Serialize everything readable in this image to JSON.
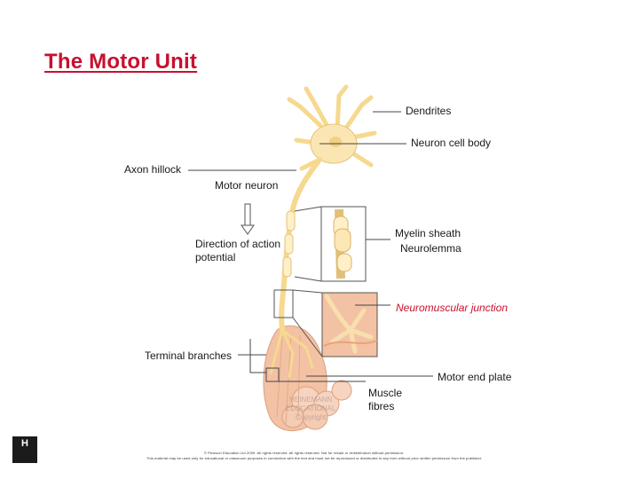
{
  "title": "The Motor Unit",
  "labels": {
    "dendrites": "Dendrites",
    "cell_body": "Neuron cell body",
    "axon_hillock": "Axon hillock",
    "motor_neuron": "Motor neuron",
    "direction_line1": "Direction of action",
    "direction_line2": "potential",
    "myelin_sheath": "Myelin sheath",
    "neurolemma": "Neurolemma",
    "nmj": "Neuromuscular junction",
    "terminal_branches": "Terminal branches",
    "motor_end_plate": "Motor end plate",
    "muscle_line1": "Muscle",
    "muscle_line2": "fibres"
  },
  "watermark": {
    "line1": "HEINEMANN",
    "line2": "EDUCATIONAL",
    "line3": "Copyright"
  },
  "copyright": {
    "line1": "© Pearson Education Ltd 2009. All rights reserved. All rights reserved. Not for resale or redistribution without permission.",
    "line2": "This material may be used only for educational or classroom purposes in connection with the text and must not be reproduced or distributed in any form without prior written permission from the publisher."
  },
  "logo": {
    "text": "H"
  },
  "colors": {
    "title": "#c8102e",
    "neuron_fill": "#fbe6b3",
    "neuron_stroke": "#e8c27a",
    "muscle_fill": "#f3c2a4",
    "leader": "#444444"
  },
  "icons": [
    "direction-arrow-icon",
    "publisher-logo-icon"
  ]
}
